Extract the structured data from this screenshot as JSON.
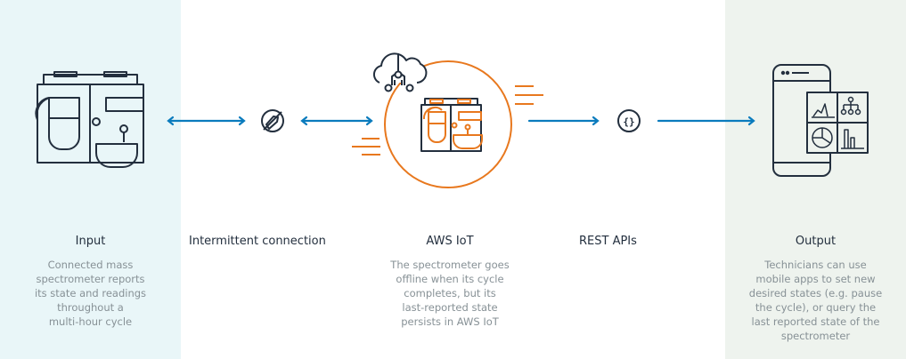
{
  "colors": {
    "accent_orange": "#e8781e",
    "arrow_blue": "#0a7bbd",
    "icon_dark": "#232f3e",
    "text_title": "#232f3e",
    "text_desc": "#879196",
    "panel_input_bg": "#e9f6f8",
    "panel_output_bg": "#eef3ee"
  },
  "stages": {
    "input": {
      "title": "Input",
      "description_lines": [
        "Connected mass",
        "spectrometer reports",
        "its state and readings",
        "throughout a",
        "multi-hour cycle"
      ],
      "icon": "spectrometer-icon"
    },
    "connection": {
      "title": "Intermittent connection",
      "icon": "disconnected-plug-icon"
    },
    "iot": {
      "title": "AWS IoT",
      "description_lines": [
        "The spectrometer goes",
        "offline when its cycle",
        "completes, but its",
        "last-reported state",
        "persists in AWS IoT"
      ],
      "icon": "iot-cloud-icon"
    },
    "rest": {
      "title": "REST APIs",
      "icon": "curly-braces-icon"
    },
    "output": {
      "title": "Output",
      "description_lines": [
        "Technicians can use",
        "mobile apps to set new",
        "desired states (e.g. pause",
        "the cycle), or query the",
        "last reported state of the",
        "spectrometer"
      ],
      "icon": "mobile-dashboard-icon"
    }
  }
}
